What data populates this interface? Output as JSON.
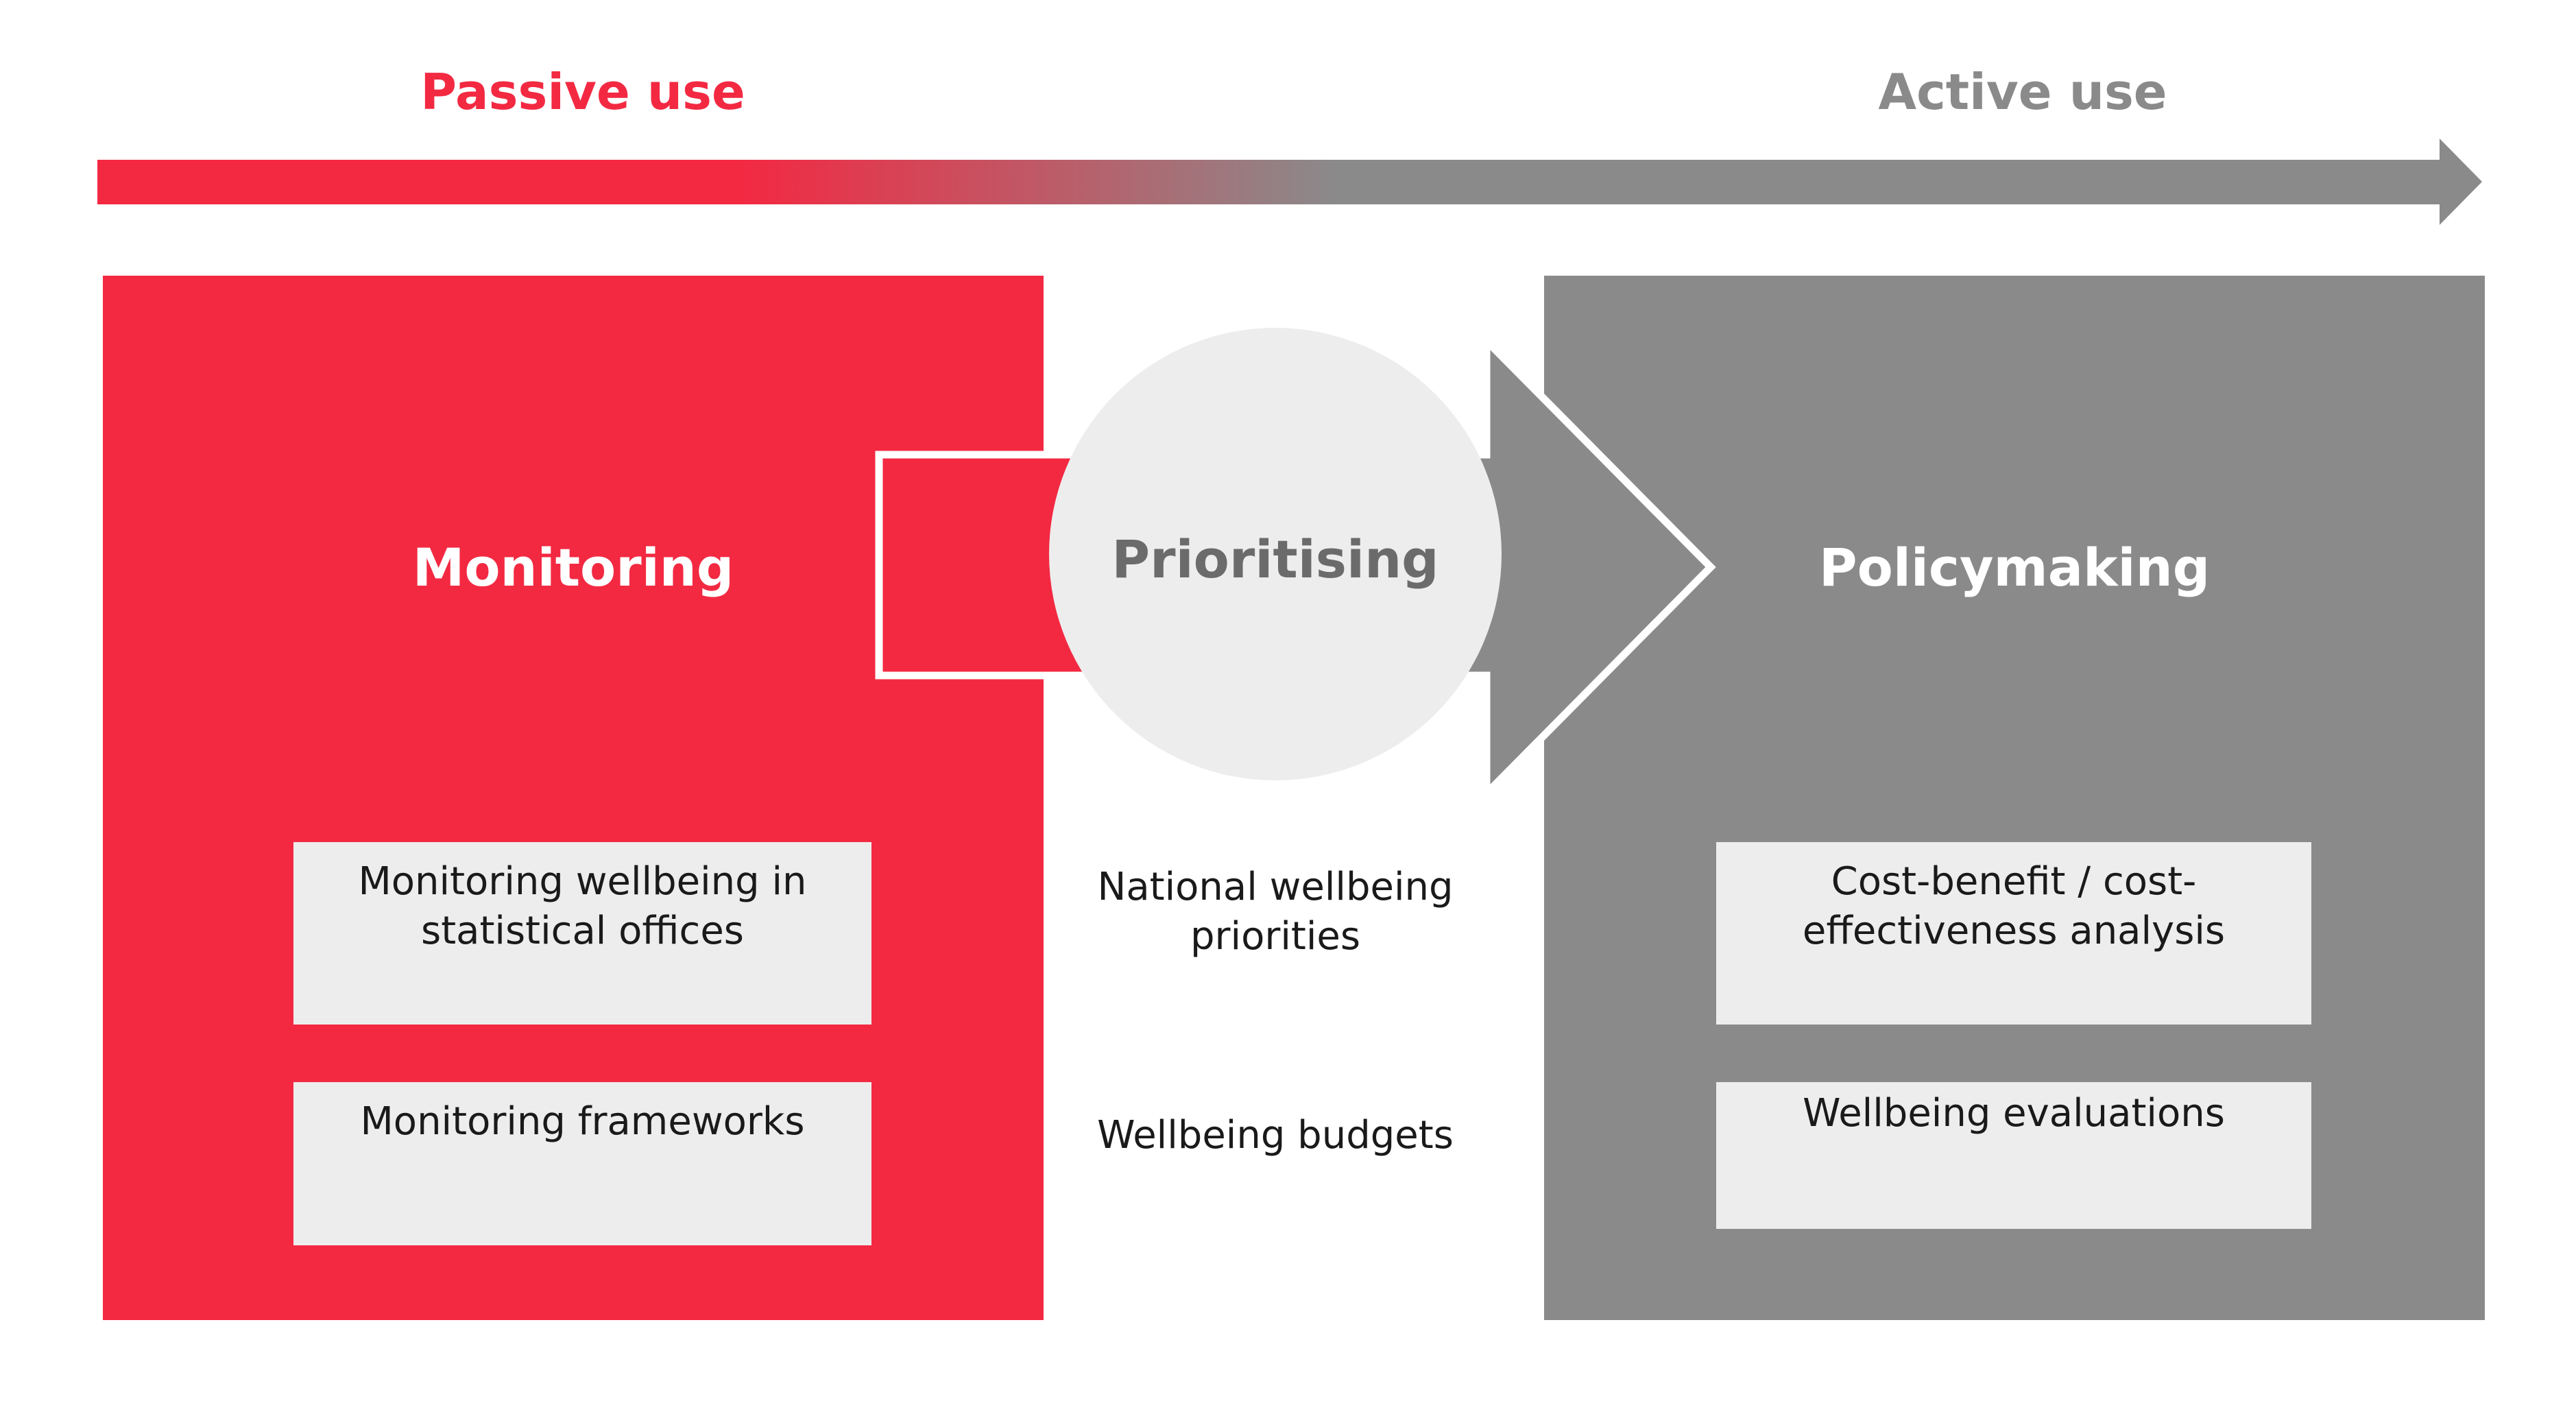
{
  "colors": {
    "red": "#f32942",
    "gray": "#8a8a8b",
    "light": "#ededed",
    "dark_text": "#1a1a1a",
    "circle_text": "#6b6b6c"
  },
  "axis": {
    "start_label": "Passive use",
    "end_label": "Active use"
  },
  "stages": {
    "monitoring": {
      "title": "Monitoring",
      "items": [
        "Monitoring wellbeing in statistical offices",
        "Monitoring frameworks"
      ]
    },
    "prioritising": {
      "title": "Prioritising",
      "items": [
        "National wellbeing priorities",
        "Wellbeing budgets"
      ]
    },
    "policymaking": {
      "title": "Policymaking",
      "items": [
        "Cost-benefit / cost-effectiveness analysis",
        "Wellbeing evaluations"
      ]
    }
  }
}
